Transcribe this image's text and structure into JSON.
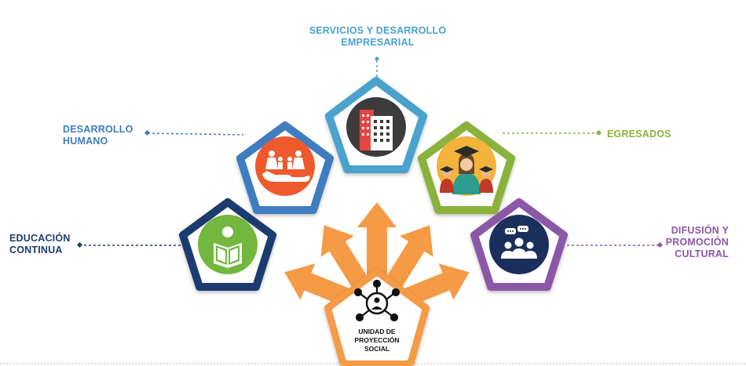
{
  "center": {
    "label": "UNIDAD DE\nPROYECCIÓN\nSOCIAL",
    "icon": "network-user-icon",
    "color": "#f59a45"
  },
  "areas": [
    {
      "label": "SERVICIOS Y DESARROLLO\nEMPRESARIAL",
      "icon": "building-icon",
      "color": "#4aa3cc"
    },
    {
      "label": "DESARROLLO\nHUMANO",
      "icon": "family-hand-icon",
      "color": "#3f7cc0"
    },
    {
      "label": "EGRESADOS",
      "icon": "graduates-icon",
      "color": "#8bb33b"
    },
    {
      "label": "EDUCACIÓN\nCONTINUA",
      "icon": "reading-person-icon",
      "color": "#1f3b6e"
    },
    {
      "label": "DIFUSIÓN Y\nPROMOCIÓN\nCULTURAL",
      "icon": "people-chat-icon",
      "color": "#8b58a8"
    }
  ]
}
